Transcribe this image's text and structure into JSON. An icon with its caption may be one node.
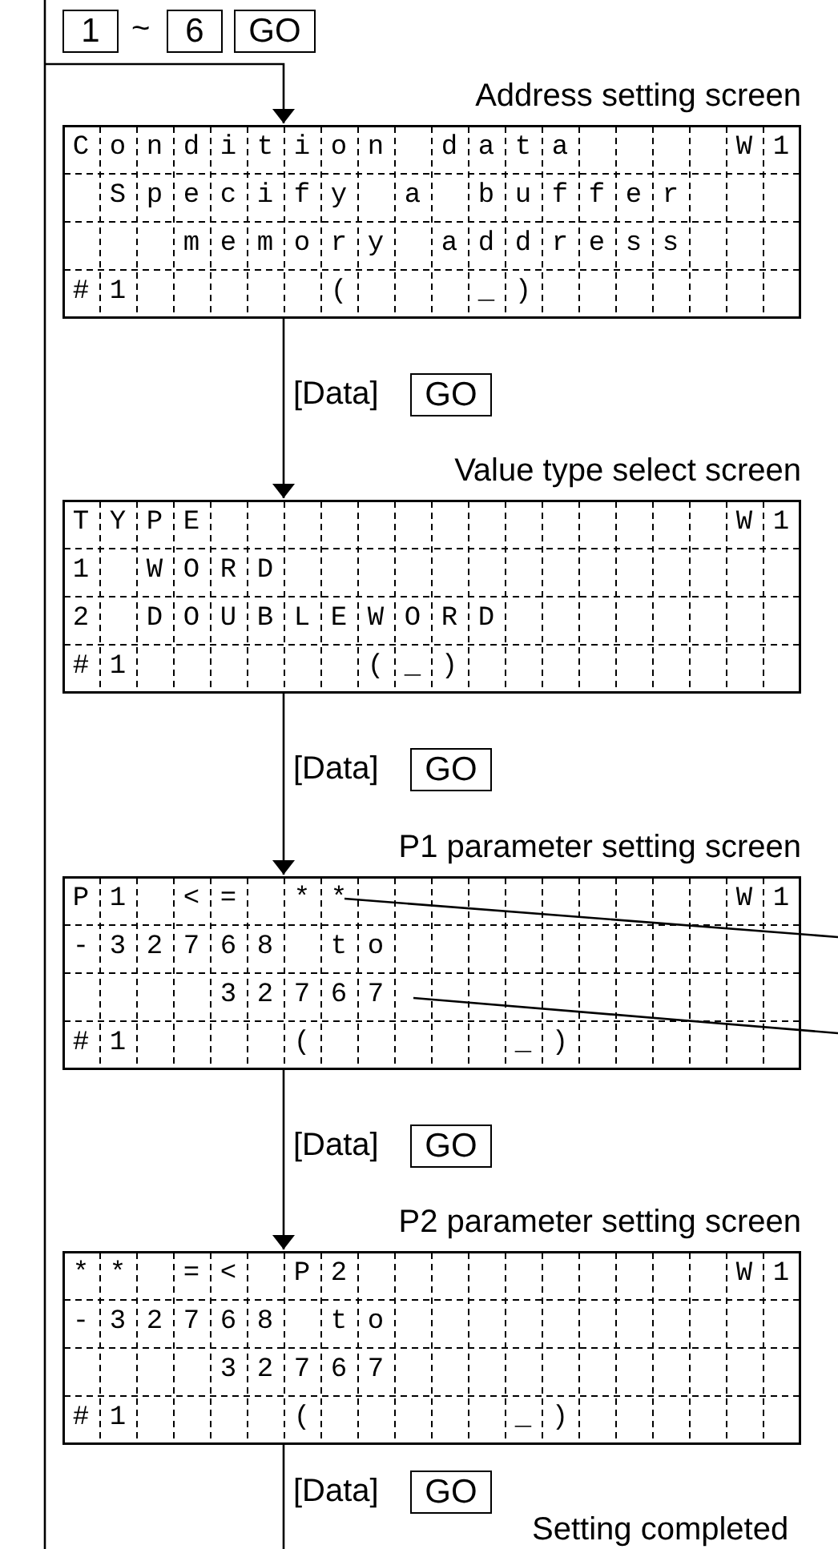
{
  "diagram": {
    "nodes": [
      {
        "text": [
          "1"
        ]
      },
      {
        "text": [
          "6"
        ]
      },
      {
        "text": [
          "GO"
        ]
      },
      {
        "text": [
          "Address setting screen",
          "Condition data    W1",
          " Specify a buffer",
          "   memory address",
          "#1     (   _)"
        ]
      },
      {
        "text": [
          "GO"
        ]
      },
      {
        "text": [
          "Value type select screen",
          "TYPE              W1",
          "1 WORD",
          "2 DOUBLEWORD",
          "#1      (_)"
        ]
      },
      {
        "text": [
          "GO"
        ]
      },
      {
        "text": [
          "P1 parameter setting screen",
          "P1 <= **          W1",
          "-32768 to",
          "    32767",
          "#1    (     _)"
        ]
      },
      {
        "text": [
          "GO"
        ]
      },
      {
        "text": [
          "P2 parameter setting screen",
          "** =< P2          W1",
          "-32768 to",
          "    32767",
          "#1    (     _)"
        ]
      },
      {
        "text": [
          "GO"
        ]
      }
    ],
    "edges": [
      {
        "from": null,
        "to": 3,
        "arrow": "to"
      },
      {
        "from": 3,
        "to": 5,
        "arrow": "to",
        "label": "[Data]"
      },
      {
        "from": 5,
        "to": 7,
        "arrow": "to",
        "label": "[Data]"
      },
      {
        "from": 7,
        "to": 9,
        "arrow": "to",
        "label": "[Data]"
      },
      {
        "from": 9,
        "to": null,
        "arrow": "none",
        "label": "[Data]"
      },
      {
        "from": 7,
        "to": null,
        "arrow": "none"
      },
      {
        "from": 7,
        "to": null,
        "arrow": "none"
      }
    ],
    "labels": [
      "~",
      "Setting completed"
    ]
  }
}
